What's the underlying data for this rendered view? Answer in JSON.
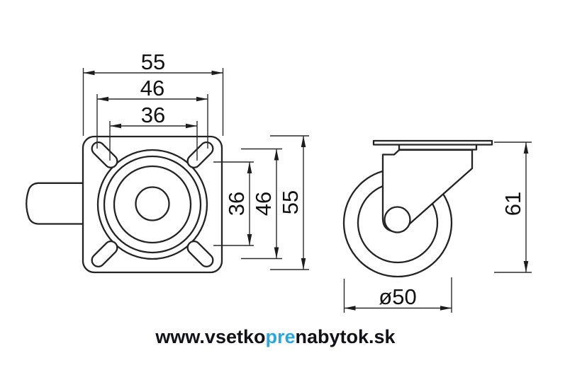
{
  "drawing": {
    "description": "swivel caster technical dimension drawing, two views",
    "colors": {
      "line": "#232323",
      "text": "#111111",
      "accent_blue": "#29a7df",
      "background": "#ffffff"
    },
    "top_view": {
      "dims_horizontal": {
        "outer": "55",
        "middle": "46",
        "inner": "36"
      },
      "dims_vertical": {
        "inner": "36",
        "middle": "46",
        "outer": "55"
      }
    },
    "side_view": {
      "overall_height": "61",
      "wheel_diameter": "ø50"
    }
  },
  "footer": {
    "url_prefix": "www.vsetko",
    "url_highlight": "pre",
    "url_suffix": "nabytok.sk"
  }
}
